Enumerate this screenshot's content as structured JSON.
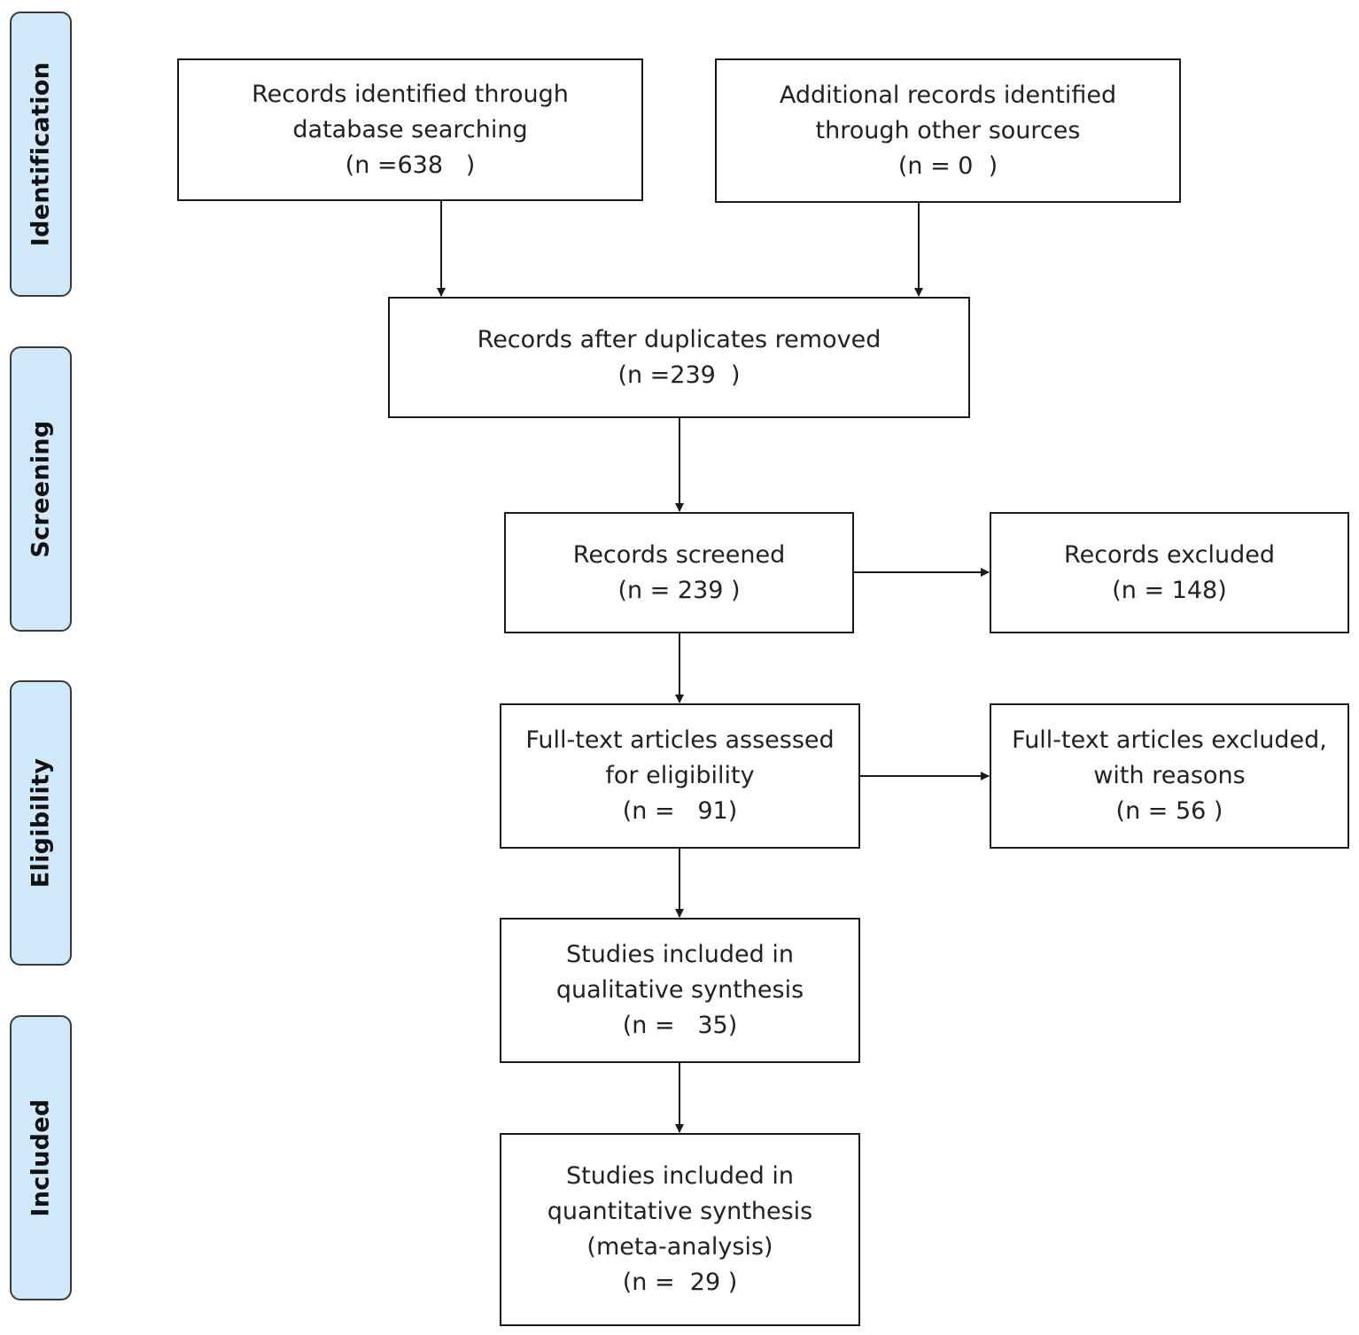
{
  "colors": {
    "stage_fill": "#cfe9fb",
    "stroke": "#1a1a1a",
    "text": "#222222"
  },
  "stages": [
    {
      "label": "Identification"
    },
    {
      "label": "Screening"
    },
    {
      "label": "Eligibility"
    },
    {
      "label": "Included"
    }
  ],
  "boxes": {
    "db_search": {
      "lines": [
        "Records identified through",
        "database searching",
        "(n =638   )"
      ]
    },
    "other_sources": {
      "lines": [
        "Additional records identified",
        "through other sources",
        "(n = 0  )"
      ]
    },
    "after_duplicates": {
      "lines": [
        "Records after duplicates removed",
        "(n =239  )"
      ]
    },
    "screened": {
      "lines": [
        "Records screened",
        "(n = 239 )"
      ]
    },
    "excluded": {
      "lines": [
        "Records excluded",
        "(n = 148)"
      ]
    },
    "fulltext_assessed": {
      "lines": [
        "Full-text articles assessed",
        "for eligibility",
        "(n =   91)"
      ]
    },
    "fulltext_excluded": {
      "lines": [
        "Full-text articles excluded,",
        "with reasons",
        "(n = 56 )"
      ]
    },
    "qualitative": {
      "lines": [
        "Studies included in",
        "qualitative synthesis",
        "(n =   35)"
      ]
    },
    "quantitative": {
      "lines": [
        "Studies included in",
        "quantitative synthesis",
        "(meta-analysis)",
        "(n =  29 )"
      ]
    }
  }
}
